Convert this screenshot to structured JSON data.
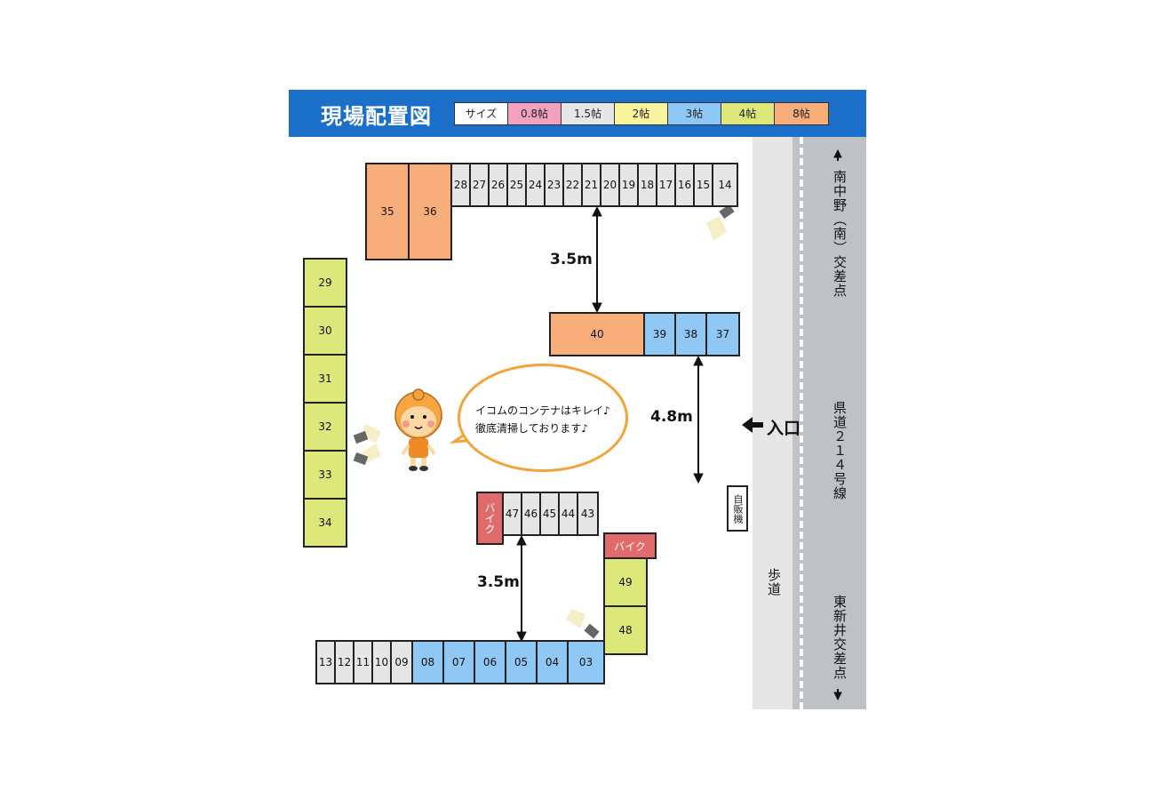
{
  "header": {
    "title": "現場配置図",
    "legend": [
      {
        "label": "サイズ",
        "color": "#ffffff"
      },
      {
        "label": "0.8帖",
        "color": "#f2a2c0"
      },
      {
        "label": "1.5帖",
        "color": "#e6e6e6"
      },
      {
        "label": "2帖",
        "color": "#fbf29e"
      },
      {
        "label": "3帖",
        "color": "#8fc7f5"
      },
      {
        "label": "4帖",
        "color": "#dde87a"
      },
      {
        "label": "8帖",
        "color": "#f7ae7a"
      }
    ]
  },
  "units": {
    "u35": "35",
    "u36": "36",
    "u28": "28",
    "u27": "27",
    "u26": "26",
    "u25": "25",
    "u24": "24",
    "u23": "23",
    "u22": "22",
    "u21": "21",
    "u20": "20",
    "u19": "19",
    "u18": "18",
    "u17": "17",
    "u16": "16",
    "u15": "15",
    "u14": "14",
    "u40": "40",
    "u39": "39",
    "u38": "38",
    "u37": "37",
    "u29": "29",
    "u30": "30",
    "u31": "31",
    "u32": "32",
    "u33": "33",
    "u34": "34",
    "bike1": "バイク",
    "u47": "47",
    "u46": "46",
    "u45": "45",
    "u44": "44",
    "u43": "43",
    "bike2": "バイク",
    "u49": "49",
    "u48": "48",
    "u13": "13",
    "u12": "12",
    "u11": "11",
    "u10": "10",
    "u09": "09",
    "u08": "08",
    "u07": "07",
    "u06": "06",
    "u05": "05",
    "u04": "04",
    "u03": "03"
  },
  "dimensions": {
    "top": "3.5m",
    "middle": "4.8m",
    "bottom": "3.5m"
  },
  "entrance": {
    "label": "入口"
  },
  "vending": {
    "label": "自販機"
  },
  "sidewalk": {
    "label": "歩道"
  },
  "road": {
    "north": "南中野（南）交差点",
    "name": "県道２１４号線",
    "south": "東新井交差点"
  },
  "bubble": {
    "line1": "イコムのコンテナはキレイ♪",
    "line2": "徹底清掃しております♪"
  },
  "icons": {
    "lights": "floodlight-icon",
    "mascot": "mascot-character-icon",
    "arrows": "arrow-icon"
  }
}
